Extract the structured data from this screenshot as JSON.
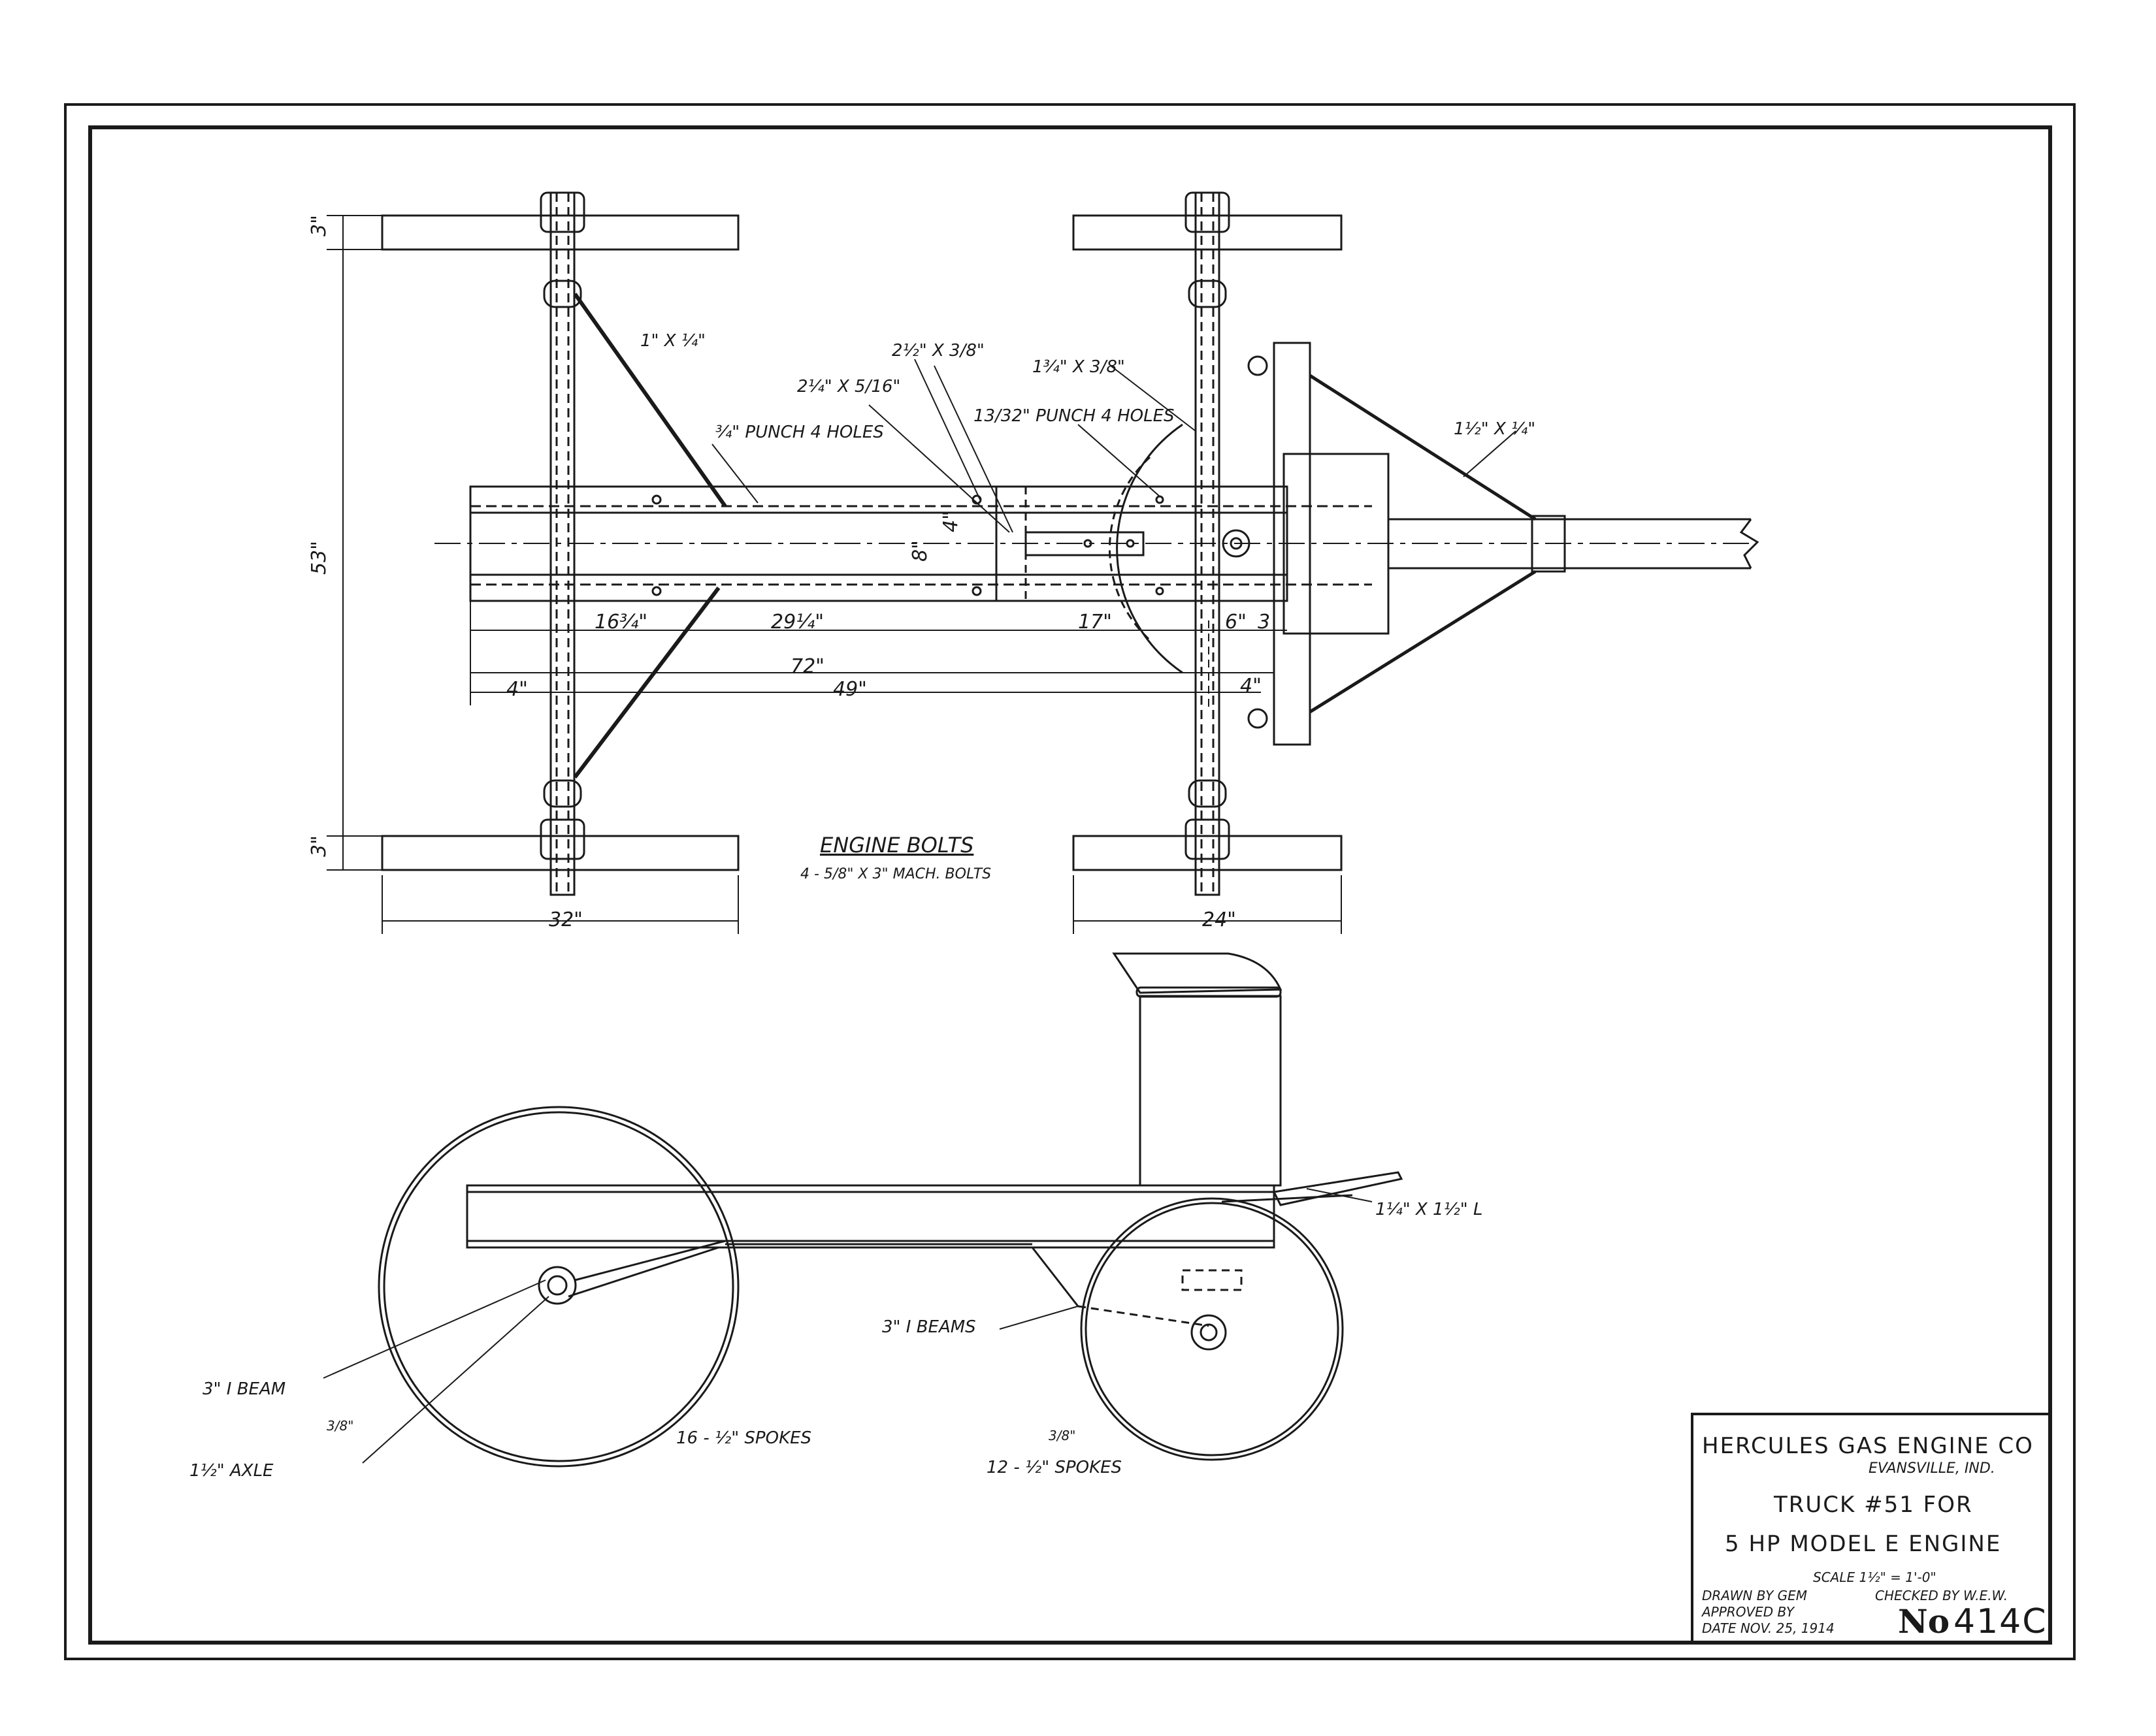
{
  "title_block": {
    "company": "HERCULES GAS ENGINE CO",
    "location": "EVANSVILLE, IND.",
    "title_line1": "TRUCK #51 FOR",
    "title_line2": "5 HP MODEL E ENGINE",
    "scale": "SCALE 1½\" = 1'-0\"",
    "drawn_by": "DRAWN BY GEM",
    "checked_by": "CHECKED BY W.E.W.",
    "approved_by": "APPROVED BY",
    "date": "DATE NOV. 25, 1914",
    "drawing_no_prefix": "No",
    "drawing_no": "414C"
  },
  "top_view": {
    "dims": {
      "wheel_width_top": "3\"",
      "wheel_width_bottom": "3\"",
      "wheelbase": "53\"",
      "rear_wheel_dia": "32\"",
      "front_wheel_dia": "24\"",
      "d16": "16¾\"",
      "d29": "29¼\"",
      "d17": "17\"",
      "d6": "6\"",
      "d3": "3",
      "d72": "72\"",
      "d4": "4\"",
      "d4_right": "4\"",
      "d49": "49\"",
      "d8": "8\"",
      "d4_small": "4\""
    },
    "notes": {
      "brace_left": "1\" X ¼\"",
      "bolt_a": "2¼\" X 5/16\"",
      "bolt_b": "2½\" X 3/8\"",
      "bolt_c": "1¾\" X 3/8\"",
      "punch_left": "¾\" PUNCH 4 HOLES",
      "punch_right": "13/32\" PUNCH 4 HOLES",
      "brace_right": "1½\" X ¼\"",
      "engine_bolts": "ENGINE BOLTS",
      "mach_bolts": "4 - 5/8\" X 3\" MACH. BOLTS"
    }
  },
  "side_view": {
    "notes": {
      "beam_left": "3\" I BEAM",
      "axle": "1½\" AXLE",
      "spokes_rear": "16 - ½\" SPOKES",
      "spokes_front": "12 - ½\" SPOKES",
      "beams_mid": "3\" I BEAMS",
      "angle": "1¼\" X 1½\" L",
      "three_eighths_a": "3/8\"",
      "three_eighths_b": "3/8\""
    }
  },
  "colors": {
    "ink": "#1a1a1a",
    "paper": "#ffffff"
  }
}
